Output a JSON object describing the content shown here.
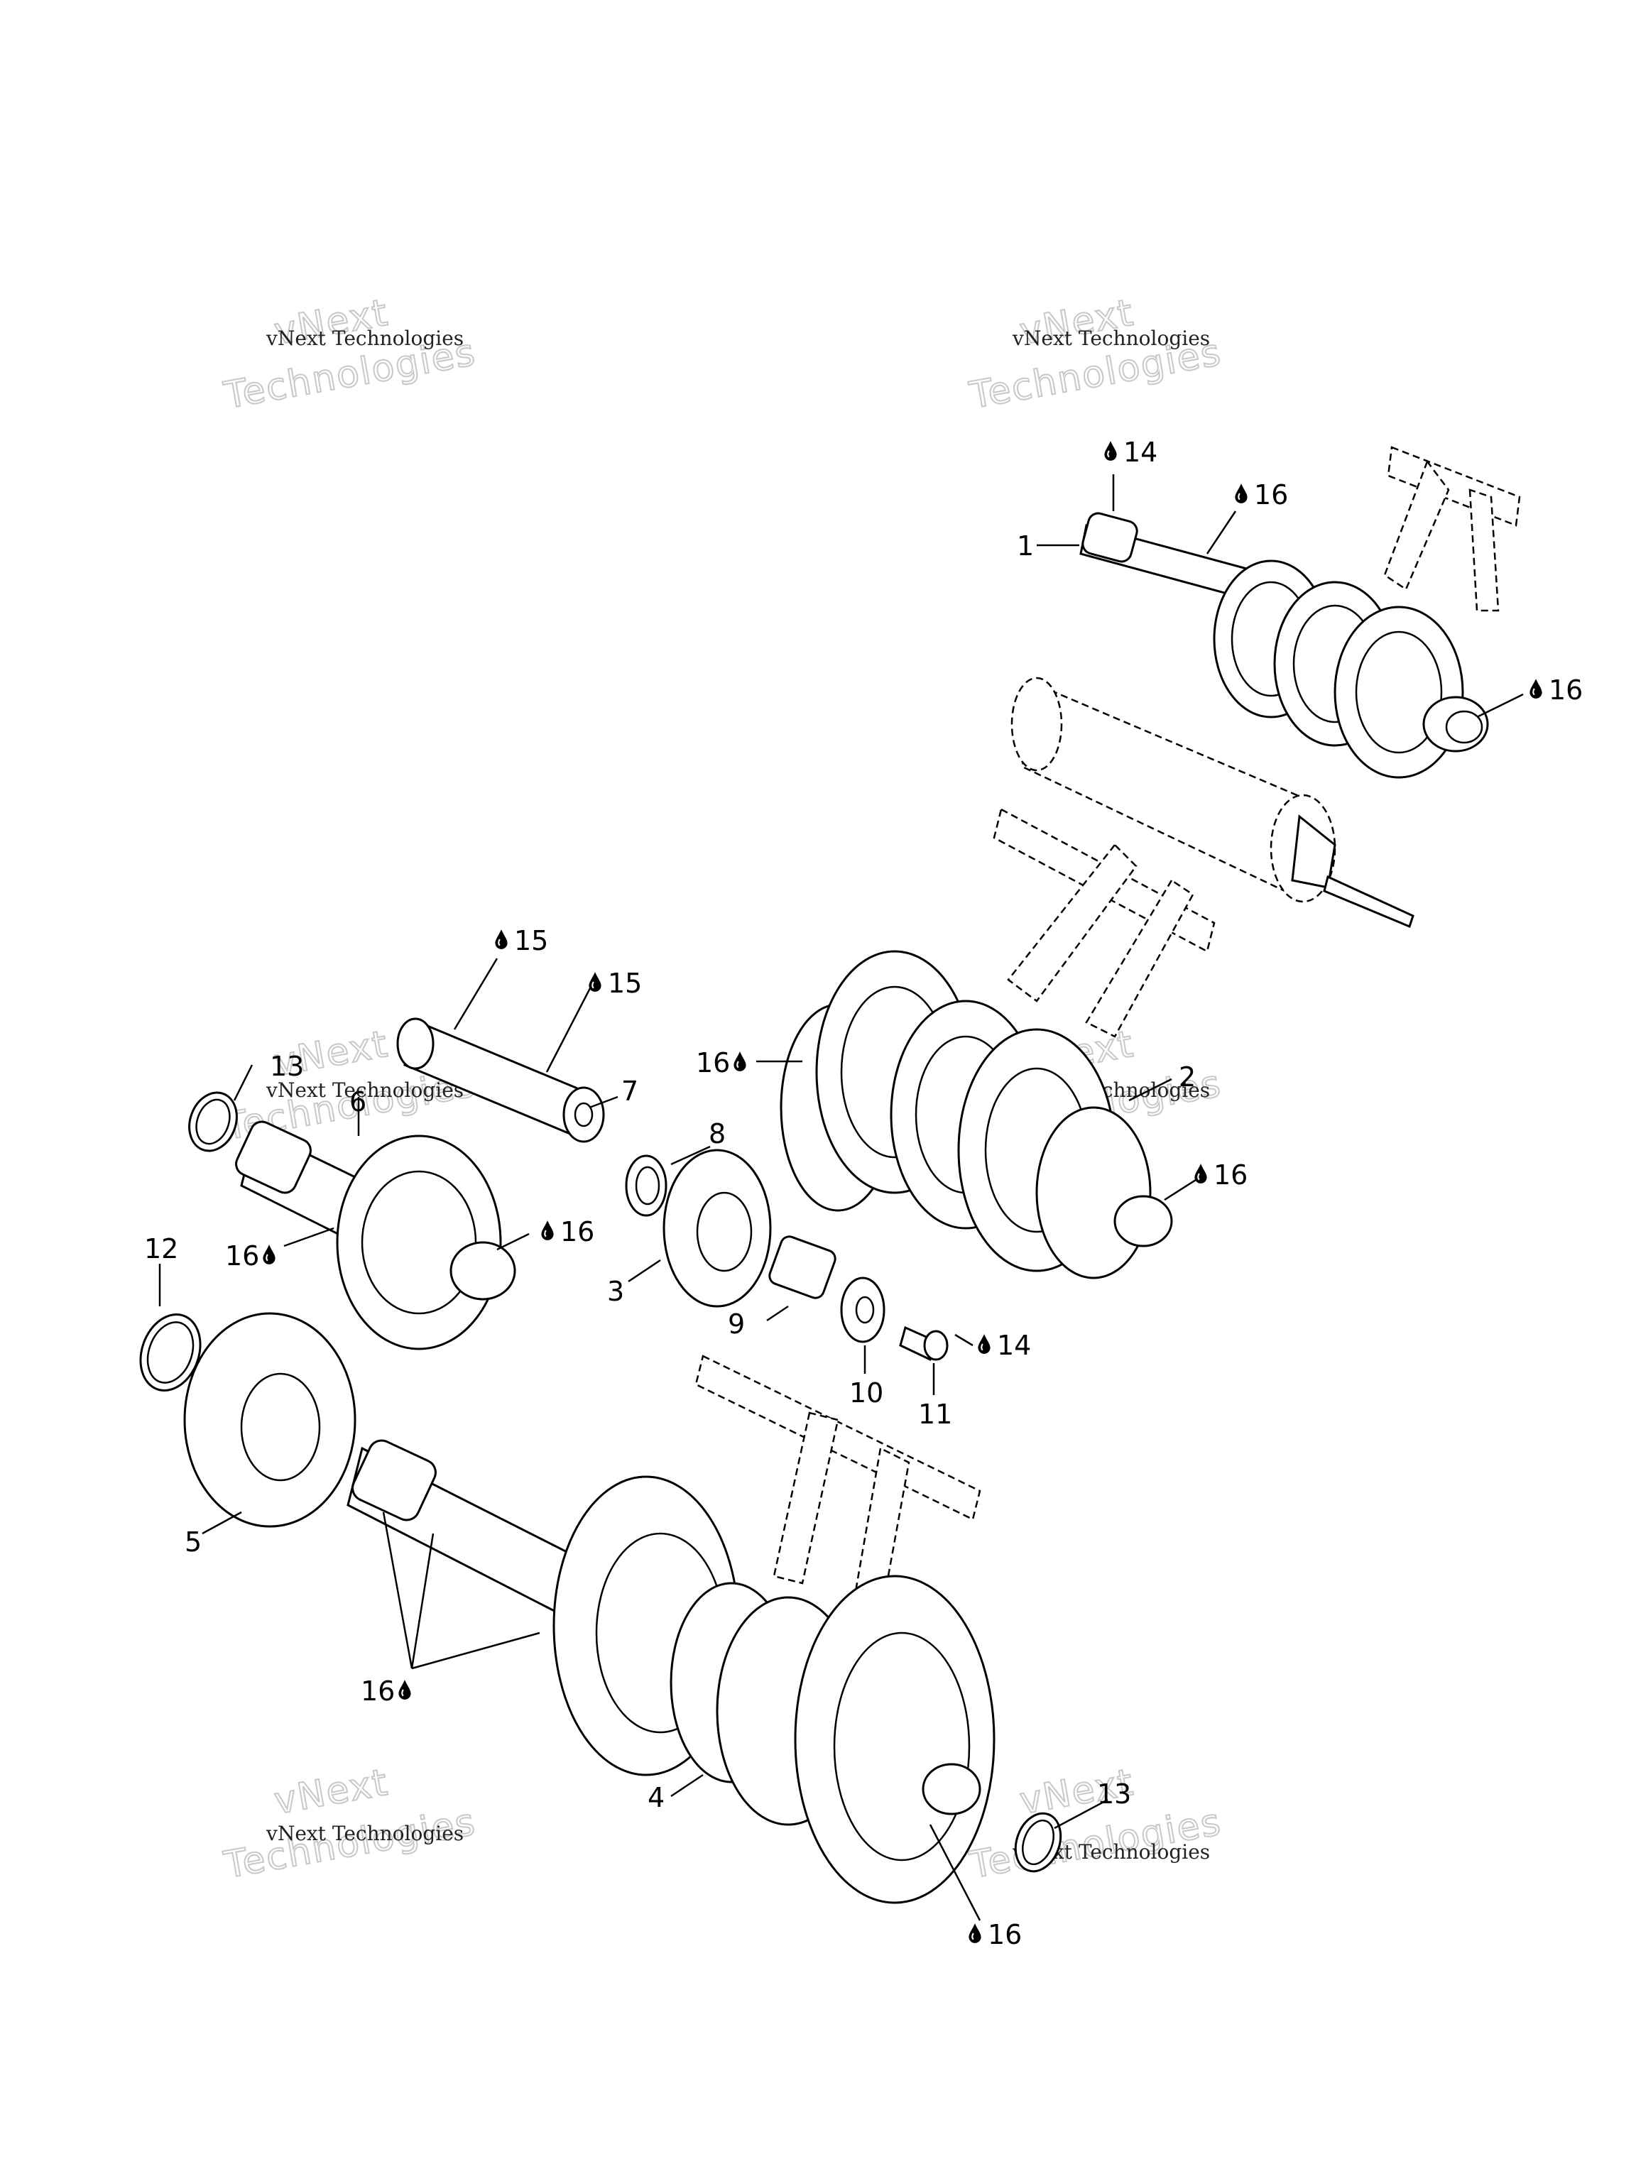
{
  "watermark": {
    "small": "vNext Technologies",
    "big_line1": "vNext",
    "big_line2": "Technologies"
  },
  "callouts": [
    {
      "id": "c1",
      "label": "1"
    },
    {
      "id": "c14a",
      "label": "14",
      "drop": true
    },
    {
      "id": "c16a",
      "label": "16",
      "drop": true
    },
    {
      "id": "c16b",
      "label": "16",
      "drop": true
    },
    {
      "id": "c15a",
      "label": "15",
      "drop": true
    },
    {
      "id": "c15b",
      "label": "15",
      "drop": true
    },
    {
      "id": "c16c",
      "label": "16",
      "drop": true
    },
    {
      "id": "c2",
      "label": "2"
    },
    {
      "id": "c13a",
      "label": "13"
    },
    {
      "id": "c6",
      "label": "6"
    },
    {
      "id": "c7",
      "label": "7"
    },
    {
      "id": "c8",
      "label": "8"
    },
    {
      "id": "c16d",
      "label": "16",
      "drop": true
    },
    {
      "id": "c12",
      "label": "12"
    },
    {
      "id": "c16e",
      "label": "16",
      "drop": true
    },
    {
      "id": "c16f",
      "label": "16",
      "drop": true
    },
    {
      "id": "c3",
      "label": "3"
    },
    {
      "id": "c9",
      "label": "9"
    },
    {
      "id": "c14b",
      "label": "14",
      "drop": true
    },
    {
      "id": "c10",
      "label": "10"
    },
    {
      "id": "c11",
      "label": "11"
    },
    {
      "id": "c5",
      "label": "5"
    },
    {
      "id": "c16g",
      "label": "16",
      "drop": true
    },
    {
      "id": "c4",
      "label": "4"
    },
    {
      "id": "c13b",
      "label": "13"
    },
    {
      "id": "c16h",
      "label": "16",
      "drop": true
    }
  ]
}
